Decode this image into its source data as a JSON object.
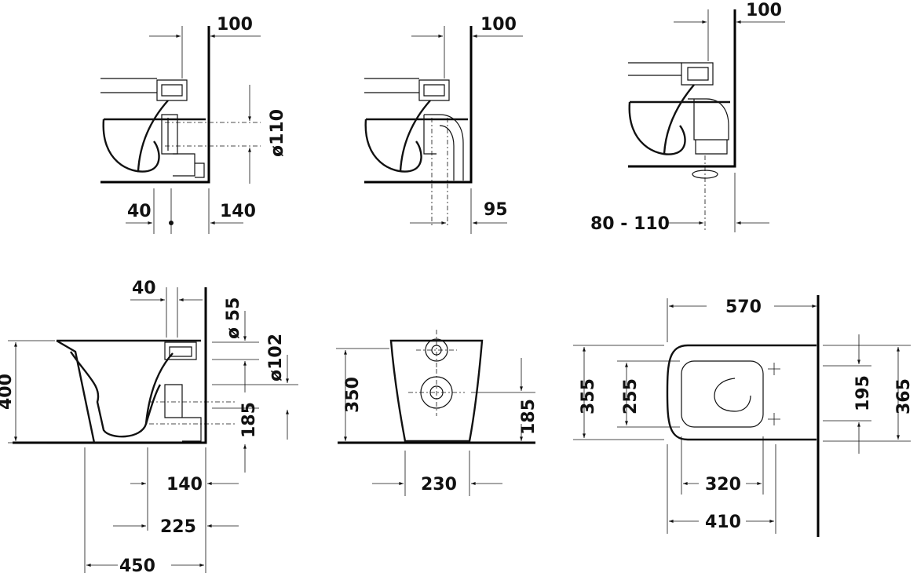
{
  "views": {
    "v1": {
      "top": "100",
      "dia": "ø110",
      "left": "40",
      "right": "140"
    },
    "v2": {
      "top": "100",
      "right": "95"
    },
    "v3": {
      "top": "100",
      "range": "80 - 110"
    },
    "v4": {
      "top": "40",
      "d1": "ø 55",
      "d2": "ø102",
      "h1": "400",
      "h2": "185",
      "w1": "140",
      "w2": "225",
      "w3": "450"
    },
    "v5": {
      "h1": "350",
      "h2": "185",
      "w": "230"
    },
    "v6": {
      "top": "570",
      "l1": "355",
      "l2": "255",
      "r1": "195",
      "r2": "365",
      "w1": "320",
      "w2": "410"
    }
  }
}
